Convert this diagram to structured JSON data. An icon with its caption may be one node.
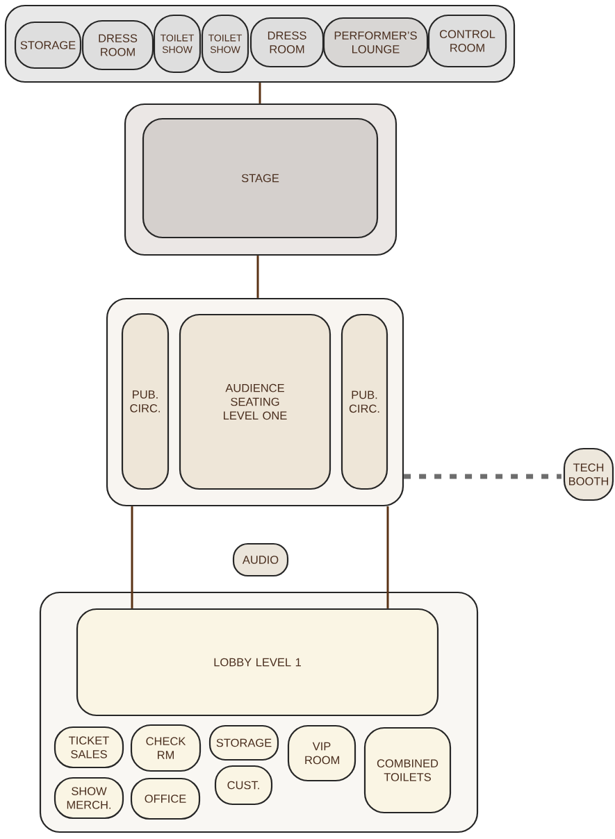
{
  "diagram": {
    "nodes": [
      {
        "text": [],
        "shape": "box"
      },
      {
        "text": [
          "STORAGE"
        ],
        "in": 0
      },
      {
        "text": [
          "DRESS ROOM"
        ],
        "in": 0
      },
      {
        "text": [
          "TOILET SHOW"
        ],
        "in": 0
      },
      {
        "text": [
          "TOILET SHOW"
        ],
        "in": 0
      },
      {
        "text": [
          "DRESS ROOM"
        ],
        "in": 0
      },
      {
        "text": [
          "PERFORMER’S LOUNGE"
        ],
        "in": 0
      },
      {
        "text": [
          "CONTROL ROOM"
        ],
        "in": 0
      },
      {
        "text": [],
        "shape": "box"
      },
      {
        "text": [
          "STAGE"
        ],
        "in": 8
      },
      {
        "text": [],
        "shape": "box"
      },
      {
        "text": [
          "PUB. CIRC."
        ],
        "in": 10
      },
      {
        "text": [
          "AUDIENCE SEATING LEVEL ONE"
        ],
        "in": 10
      },
      {
        "text": [
          "PUB. CIRC."
        ],
        "in": 10
      },
      {
        "text": [
          "TECH BOOTH"
        ]
      },
      {
        "text": [
          "AUDIO"
        ]
      },
      {
        "text": [],
        "shape": "box"
      },
      {
        "text": [
          "LOBBY LEVEL 1"
        ],
        "in": 16
      },
      {
        "text": [
          "TICKET SALES"
        ],
        "in": 16
      },
      {
        "text": [
          "CHECK RM"
        ],
        "in": 16
      },
      {
        "text": [
          "STORAGE"
        ],
        "in": 16
      },
      {
        "text": [
          "VIP ROOM"
        ],
        "in": 16
      },
      {
        "text": [
          "COMBINED TOILETS"
        ],
        "in": 16
      },
      {
        "text": [
          "SHOW MERCH."
        ],
        "in": 16
      },
      {
        "text": [
          "OFFICE"
        ],
        "in": 16
      },
      {
        "text": [
          "CUST."
        ],
        "in": 16
      }
    ],
    "edges": [
      {
        "from": 0,
        "to": 8,
        "arrow": "none"
      },
      {
        "from": 8,
        "to": 10,
        "arrow": "none"
      },
      {
        "from": 10,
        "to": 17,
        "arrow": "none"
      },
      {
        "from": 10,
        "to": 17,
        "arrow": "none"
      },
      {
        "from": 10,
        "to": 14,
        "arrow": "none",
        "style": "dashed",
        "color": "#6d6d6d"
      }
    ]
  }
}
